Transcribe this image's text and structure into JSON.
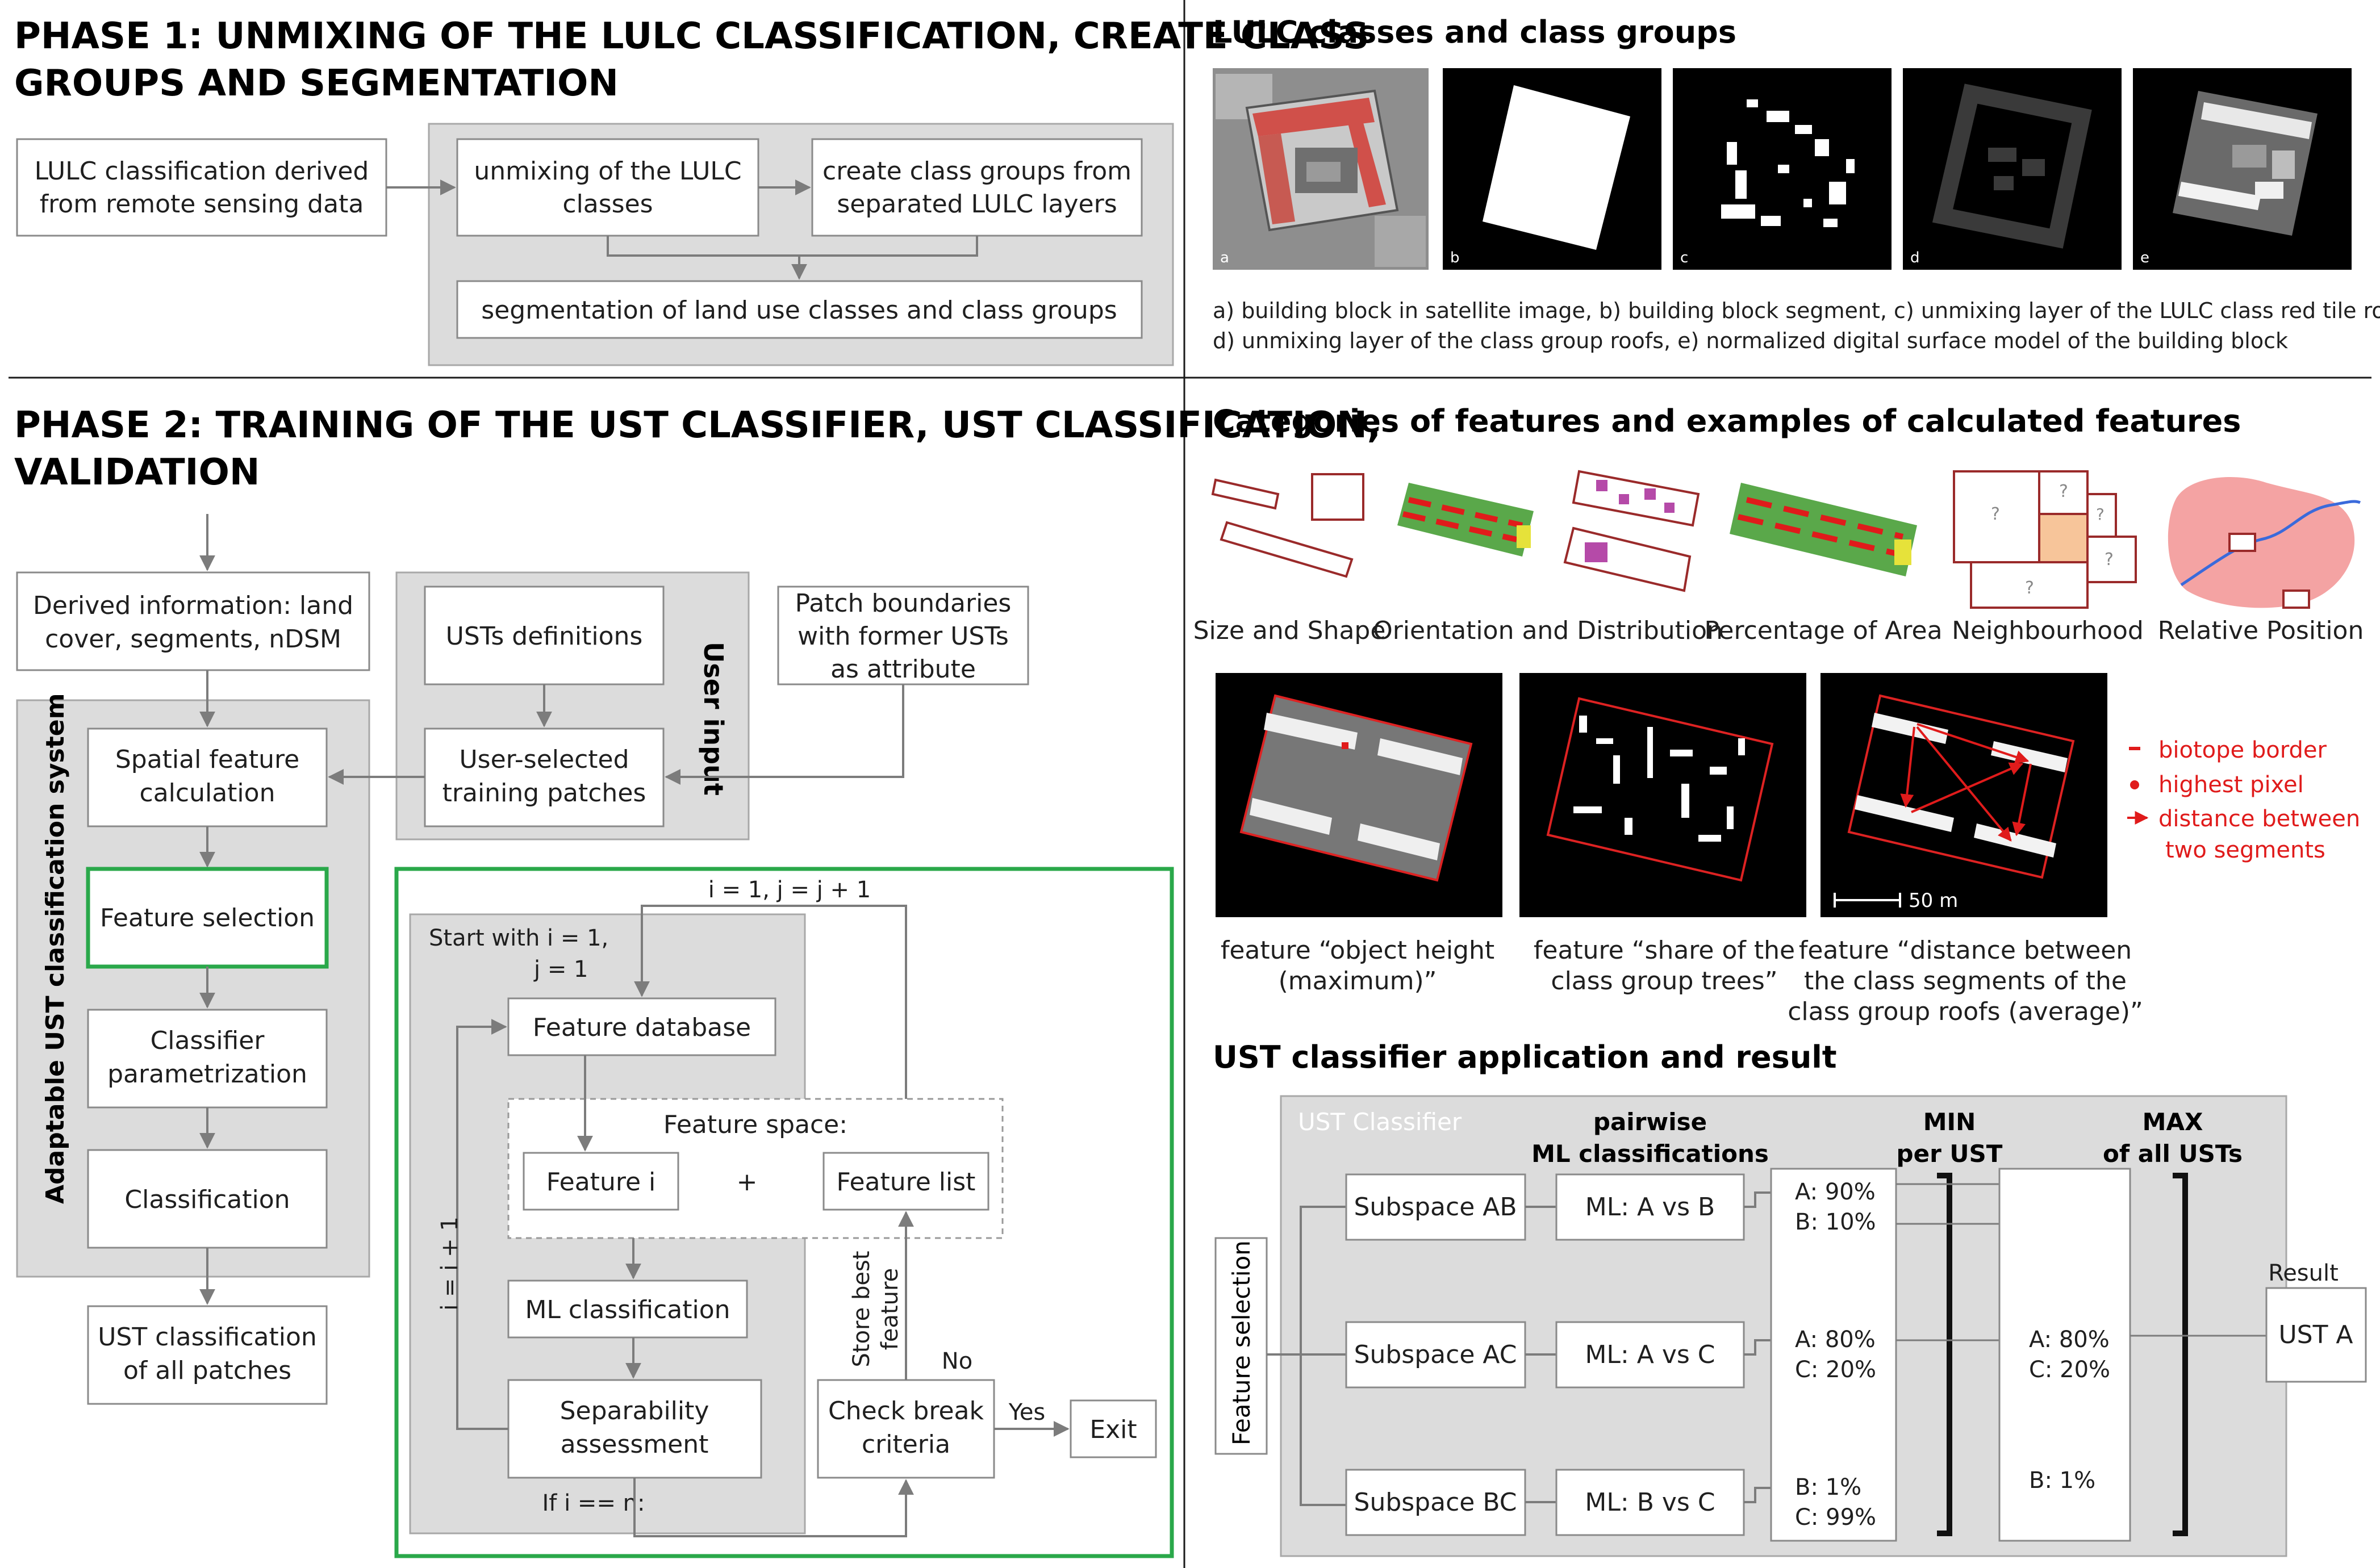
{
  "colors": {
    "green_border": "#2aa84a",
    "red_annotation": "#e01b1b",
    "group_fill": "#dcdcdc",
    "box_border": "#8a8a8a"
  },
  "phase1": {
    "title_l1": "PHASE 1: UNMIXING OF THE LULC CLASSIFICATION, CREATE CLASS",
    "title_l2": "GROUPS AND SEGMENTATION",
    "lulc_box_l1": "LULC classification derived",
    "lulc_box_l2": "from remote sensing data",
    "unmix_l1": "unmixing of the LULC",
    "unmix_l2": "classes",
    "groups_l1": "create class groups from",
    "groups_l2": "separated LULC layers",
    "segmentation": "segmentation of land use classes  and class groups"
  },
  "lulc_panel": {
    "title": "LULC classes and class groups",
    "image_letters": [
      "a",
      "b",
      "c",
      "d",
      "e"
    ],
    "caption_l1": "a) building block in satellite image, b) building block segment, c) unmixing layer of the LULC class red tile roof,",
    "caption_l2": "d) unmixing layer of the class group roofs, e) normalized digital surface model of the building block"
  },
  "phase2": {
    "title_l1": "PHASE 2: TRAINING OF THE UST CLASSIFIER, UST CLASSIFICATION,",
    "title_l2": "VALIDATION",
    "derived_l1": "Derived information: land",
    "derived_l2": "cover, segments, nDSM",
    "usts_def": "USTs definitions",
    "user_input": "User input",
    "patch_l1": "Patch boundaries",
    "patch_l2": "with former USTs",
    "patch_l3": "as attribute",
    "system_label": "Adaptable UST classification system",
    "spatial_l1": "Spatial feature",
    "spatial_l2": "calculation",
    "user_sel_l1": "User-selected",
    "user_sel_l2": "training patches",
    "feature_selection": "Feature selection",
    "classifier_l1": "Classifier",
    "classifier_l2": "parametrization",
    "classification": "Classification",
    "ust_all_l1": "UST classification",
    "ust_all_l2": "of all patches"
  },
  "loop": {
    "top_label": "i = 1, j = j + 1",
    "start_l1": "Start with i = 1,",
    "start_l2": "j = 1",
    "feature_db": "Feature database",
    "feature_space": "Feature space:",
    "feature_i": "Feature i",
    "plus": "+",
    "feature_list": "Feature list",
    "i_plus": "i = i + 1",
    "ml_class": "ML classification",
    "sep_l1": "Separability",
    "sep_l2": "assessment",
    "store_l1": "Store best",
    "store_l2": "feature",
    "no": "No",
    "yes": "Yes",
    "check_l1": "Check break",
    "check_l2": "criteria",
    "exit": "Exit",
    "if_n": "If i == n:"
  },
  "features_panel": {
    "title": "Categories of features and examples of calculated features",
    "categories": [
      "Size and Shape",
      "Orientation and Distribution",
      "Percentage of Area",
      "Neighbourhood",
      "Relative Position"
    ],
    "question_mark": "?",
    "legend": [
      "biotope border",
      "highest pixel",
      "distance between",
      "two segments"
    ],
    "scale_label": "50 m",
    "ex1_l1": "feature “object height",
    "ex1_l2": "(maximum)”",
    "ex2_l1": "feature “share of the",
    "ex2_l2": "class group trees”",
    "ex3_l1": "feature “distance between",
    "ex3_l2": "the class segments of the",
    "ex3_l3": "class group roofs (average)”"
  },
  "classifier_panel": {
    "title": "UST classifier application and result",
    "box_title": "UST Classifier",
    "col_pairwise_l1": "pairwise",
    "col_pairwise_l2": "ML classifications",
    "col_min_l1": "MIN",
    "col_min_l2": "per UST",
    "col_max_l1": "MAX",
    "col_max_l2": "of all USTs",
    "feature_selection": "Feature selection",
    "subspaces": [
      "Subspace AB",
      "Subspace AC",
      "Subspace BC"
    ],
    "mls": [
      "ML: A vs B",
      "ML: A vs C",
      "ML: B vs C"
    ],
    "probs": [
      [
        "A: 90%",
        "B: 10%"
      ],
      [
        "A: 80%",
        "C: 20%"
      ],
      [
        "B:   1%",
        "C: 99%"
      ]
    ],
    "mins": [
      [
        "A: 80%",
        "C: 20%"
      ],
      [
        "B:   1%"
      ]
    ],
    "result_label": "Result",
    "result": "UST A"
  }
}
